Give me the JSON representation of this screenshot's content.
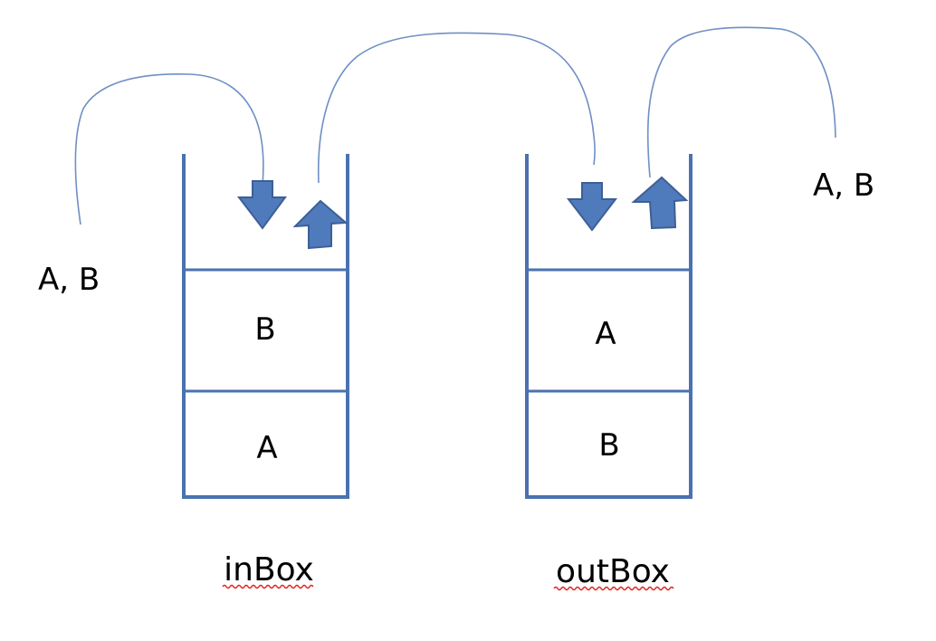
{
  "diagram": {
    "input_label": "A, B",
    "output_label": "A, B",
    "inbox": {
      "name": "inBox",
      "slots": [
        "B",
        "A"
      ]
    },
    "outbox": {
      "name": "outBox",
      "slots": [
        "A",
        "B"
      ]
    },
    "colors": {
      "stack_outline": "#4a72b0",
      "arrow_fill": "#4f7bbd",
      "curve_line": "#6f8fc4",
      "spellcheck_underline": "#e0201b"
    }
  }
}
